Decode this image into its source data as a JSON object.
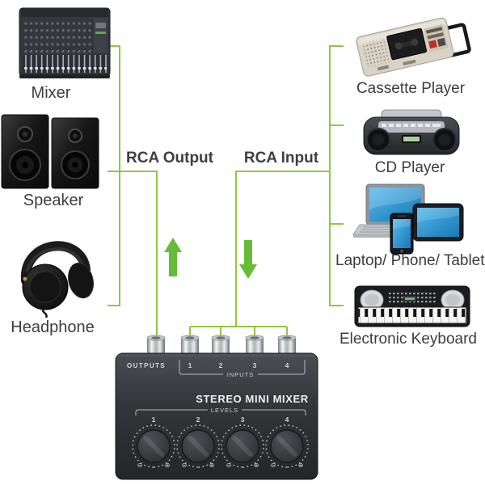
{
  "diagram": {
    "accent_line_color": "#8FC83F",
    "arrow_color": "#67BC36",
    "text_color": "#3d3d3d"
  },
  "icons": {
    "rca_output_flow": "arrow-up",
    "rca_input_flow": "arrow-down"
  },
  "left_devices": [
    {
      "label": "Mixer",
      "icon": "mixing-console"
    },
    {
      "label": "Speaker",
      "icon": "bookshelf-speakers"
    },
    {
      "label": "Headphone",
      "icon": "headphones"
    }
  ],
  "right_devices": [
    {
      "label": "Cassette Player",
      "icon": "cassette-recorder"
    },
    {
      "label": "CD Player",
      "icon": "boombox"
    },
    {
      "label": "Laptop/ Phone/ Tablet",
      "icon": "laptop-phone-tablet"
    },
    {
      "label": "Electronic Keyboard",
      "icon": "electronic-keyboard"
    }
  ],
  "connections": {
    "output_label": "RCA Output",
    "input_label": "RCA Input"
  },
  "mixer_device": {
    "outputs_label": "OUTPUTS",
    "inputs_label": "INPUTS",
    "input_numbers": [
      "1",
      "2",
      "3",
      "4"
    ],
    "title": "STEREO MINI MIXER",
    "levels_label": "LEVELS",
    "knobs": [
      {
        "number": "1"
      },
      {
        "number": "2"
      },
      {
        "number": "3"
      },
      {
        "number": "4"
      }
    ],
    "knob_min_symbol": "⊖",
    "knob_max_symbol": "⊕"
  }
}
